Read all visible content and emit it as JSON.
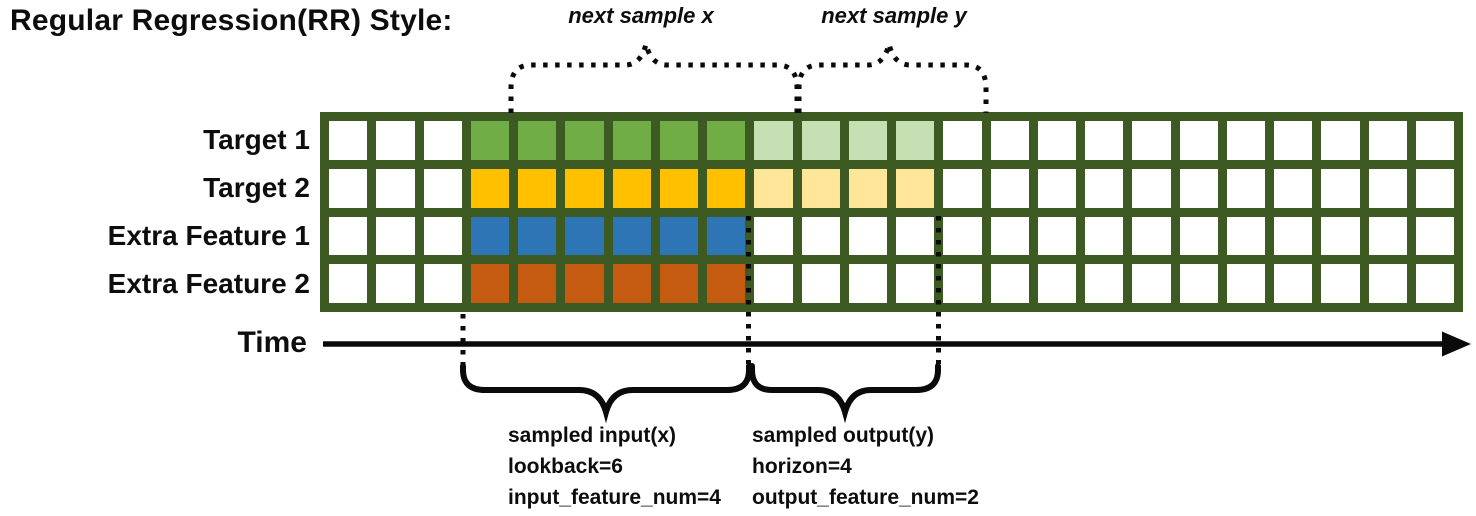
{
  "title": "Regular Regression(RR) Style:",
  "top_annotations": {
    "next_sample_x": "next sample x",
    "next_sample_y": "next sample y"
  },
  "grid": {
    "columns": 24,
    "border_color": "#3E5A23",
    "cell_color": "#FFFFFF",
    "rows": [
      {
        "label": "Target 1",
        "segments": [
          {
            "start": 3,
            "count": 6,
            "color": "#70AD47",
            "role": "input"
          },
          {
            "start": 9,
            "count": 4,
            "color": "#C6E0B4",
            "role": "output"
          }
        ]
      },
      {
        "label": "Target 2",
        "segments": [
          {
            "start": 3,
            "count": 6,
            "color": "#FFC000",
            "role": "input"
          },
          {
            "start": 9,
            "count": 4,
            "color": "#FFE699",
            "role": "output"
          }
        ]
      },
      {
        "label": "Extra Feature 1",
        "segments": [
          {
            "start": 3,
            "count": 6,
            "color": "#2E75B6",
            "role": "input"
          }
        ]
      },
      {
        "label": "Extra Feature 2",
        "segments": [
          {
            "start": 3,
            "count": 6,
            "color": "#C55A11",
            "role": "input"
          }
        ]
      }
    ]
  },
  "time_axis": {
    "label": "Time"
  },
  "sample_annotations": {
    "input": {
      "title": "sampled input(x)",
      "param1": "lookback=6",
      "param2": "input_feature_num=4"
    },
    "output": {
      "title": "sampled output(y)",
      "param1": "horizon=4",
      "param2": "output_feature_num=2"
    }
  }
}
